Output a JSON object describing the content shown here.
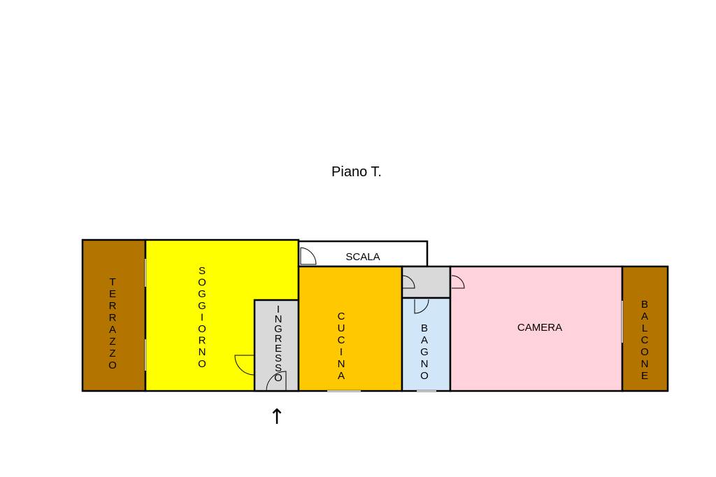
{
  "floor_title": "Piano T.",
  "rooms": {
    "terrazzo": {
      "label": "TERRAZZO",
      "color": "#b37400"
    },
    "soggiorno": {
      "label": "SOGGIORNO",
      "color": "#ffff00"
    },
    "ingresso": {
      "label": "INGRESSO",
      "color": "#d9d9d9"
    },
    "scala": {
      "label": "SCALA",
      "color": "#ffffff"
    },
    "cucina": {
      "label": "CUCINA",
      "color": "#ffc800"
    },
    "disimpegno": {
      "label": "",
      "color": "#d9d9d9"
    },
    "bagno": {
      "label": "BAGNO",
      "color": "#d2e6fa"
    },
    "camera": {
      "label": "CAMERA",
      "color": "#ffd2dc"
    },
    "balcone": {
      "label": "BALCONE",
      "color": "#b37400"
    }
  },
  "entrance_arrow": "↑"
}
